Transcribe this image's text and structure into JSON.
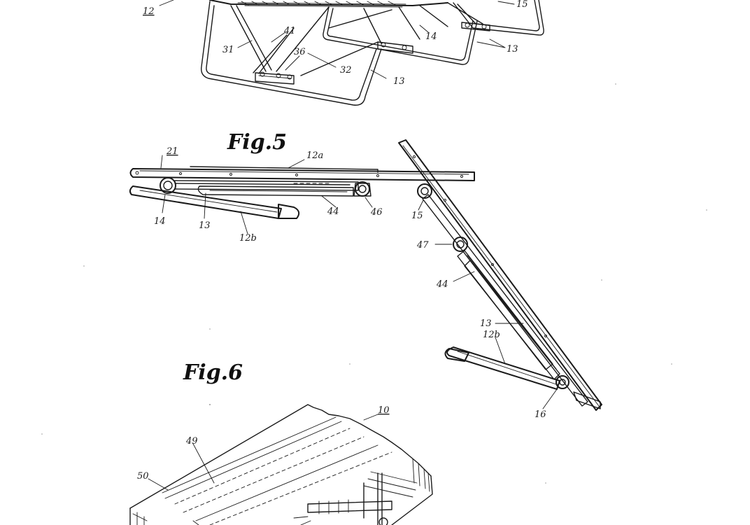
{
  "figures": {
    "fig5": "Fig.5",
    "fig6": "Fig.6"
  },
  "refs_fig4": {
    "r12": "12",
    "r15": "15",
    "r41": "41",
    "r14": "14",
    "r13a": "13",
    "r31": "31",
    "r36": "36",
    "r32": "32",
    "r13b": "13"
  },
  "refs_fig5": {
    "r21": "21",
    "r12a": "12a",
    "r44a": "44",
    "r46": "46",
    "r15": "15",
    "r14": "14",
    "r13": "13",
    "r12b": "12b",
    "r47": "47",
    "r44b": "44",
    "r13b": "13",
    "r12b2": "12b",
    "r16": "16"
  },
  "refs_fig6": {
    "r10": "10",
    "r49": "49",
    "r50": "50"
  }
}
